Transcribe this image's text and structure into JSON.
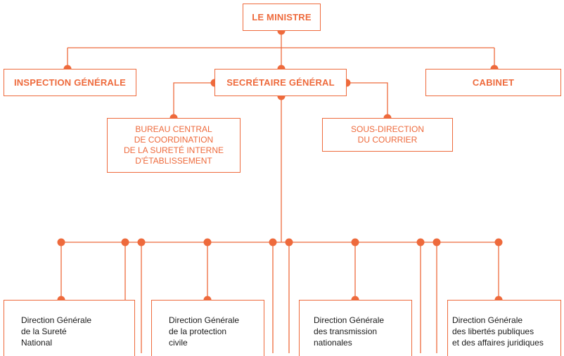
{
  "colors": {
    "accent": "#ee6a3c",
    "text_dark": "#1a1a1a",
    "background": "#ffffff"
  },
  "top": {
    "minister": "LE MINISTRE"
  },
  "level2": {
    "inspection": "INSPECTION GÉNÉRALE",
    "secretary": "SECRÉTAIRE GÉNÉRAL",
    "cabinet": "CABINET"
  },
  "level3": {
    "bureau": "BUREAU CENTRAL\nDE COORDINATION\nDE LA SURETÉ INTERNE\nD'ÉTABLISSEMENT",
    "courrier": "SOUS-DIRECTION\nDU COURRIER"
  },
  "directions": [
    {
      "label": "Direction Générale\nde la Sureté\nNational"
    },
    {
      "label": "Direction Générale\nde la protection\ncivile"
    },
    {
      "label": "Direction Générale\ndes transmission\nnationales"
    },
    {
      "label": "Direction Générale\ndes libertés publiques\net des affaires juridiques"
    }
  ]
}
